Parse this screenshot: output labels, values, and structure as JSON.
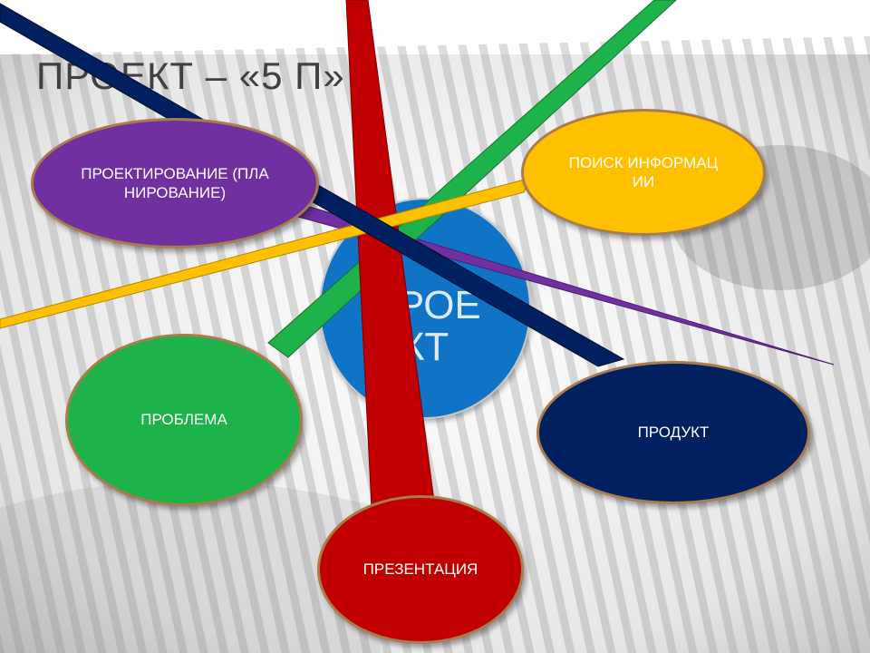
{
  "slide": {
    "title": "ПРОЕКТ – «5 П»",
    "center_label": "ПРОЕКТ",
    "bubbles": {
      "planning": {
        "label": "ПРОЕКТИРОВАНИЕ (ПЛАНИРОВАНИЕ)",
        "color": "#7030a0"
      },
      "search": {
        "label": "ПОИСК ИНФОРМАЦИИ",
        "color": "#ffc000"
      },
      "problem": {
        "label": "ПРОБЛЕМА",
        "color": "#1db34a"
      },
      "product": {
        "label": "ПРОДУКТ",
        "color": "#002060"
      },
      "presentation": {
        "label": "ПРЕЗЕНТАЦИЯ",
        "color": "#c00000"
      }
    },
    "center_color": "#0f74c6"
  }
}
